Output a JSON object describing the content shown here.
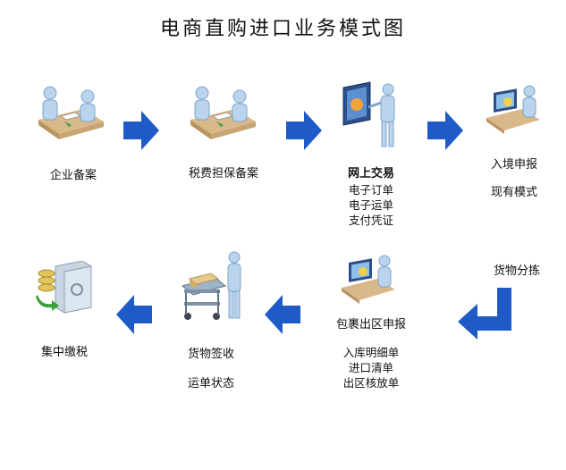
{
  "title": "电商直购进口业务模式图",
  "steps": {
    "s1": {
      "label": "企业备案"
    },
    "s2": {
      "label": "税费担保备案"
    },
    "s3": {
      "label": "网上交易",
      "details": [
        "电子订单",
        "电子运单",
        "支付凭证"
      ]
    },
    "s4": {
      "label": "入境申报",
      "note": "现有模式"
    },
    "s5": {
      "label": "包裹出区申报",
      "details": [
        "入库明细单",
        "进口清单",
        "出区核放单"
      ]
    },
    "s6": {
      "label": "货物签收",
      "note": "运单状态"
    },
    "s7": {
      "label": "集中缴税"
    }
  },
  "transition_label": "货物分拣",
  "icons": [
    "desk-meeting-icon",
    "desk-meeting-icon",
    "presentation-screen-icon",
    "monitor-operator-icon",
    "monitor-operator-icon",
    "cart-worker-icon",
    "safe-coins-icon"
  ],
  "colors": {
    "arrow": "#1E5BC6",
    "figure": "#B9D4EC",
    "desk": "#D9B98A"
  }
}
